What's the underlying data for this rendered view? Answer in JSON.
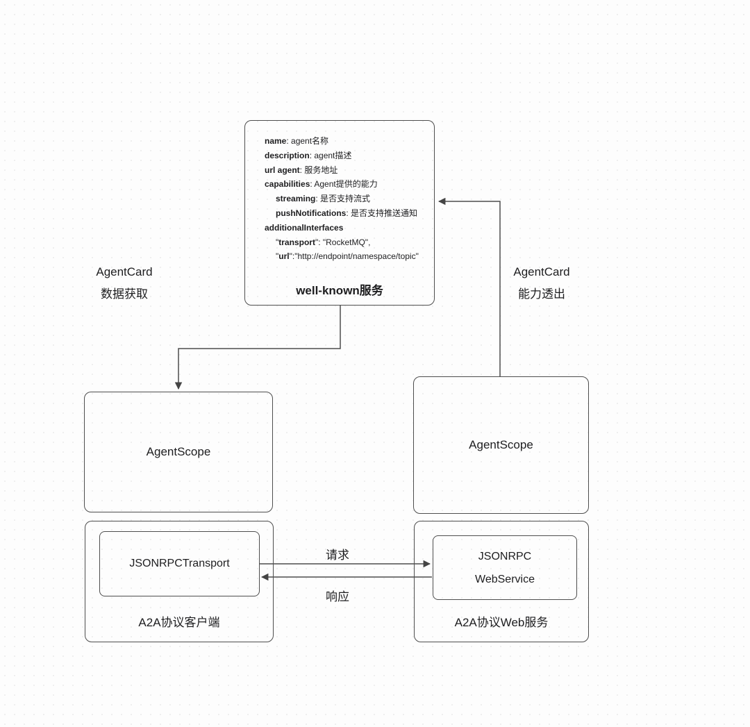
{
  "colors": {
    "background": "#fdfdfd",
    "line": "#4d4d4d",
    "text": "#1d1d1f"
  },
  "agent_card_box": {
    "title": "well-known服务",
    "fields": [
      {
        "prefix": "",
        "key": "name",
        "value": ": agent名称"
      },
      {
        "prefix": "",
        "key": "description",
        "value": ": agent描述"
      },
      {
        "prefix": "",
        "key": "url agent",
        "value": ": 服务地址"
      },
      {
        "prefix": "",
        "key": "capabilities",
        "value": ": Agent提供的能力"
      },
      {
        "prefix": "",
        "key": "streaming",
        "value": ": 是否支持流式"
      },
      {
        "prefix": "",
        "key": "pushNotifications",
        "value": ": 是否支持推送通知"
      },
      {
        "prefix": "",
        "key": "additionalInterfaces",
        "value": ""
      },
      {
        "prefix": "\"",
        "key": "transport",
        "value": "\": \"RocketMQ\","
      },
      {
        "prefix": "\"",
        "key": "url",
        "value": "\":\"http://endpoint/namespace/topic\""
      }
    ]
  },
  "boxes": {
    "agentscope_left": "AgentScope",
    "agentscope_right": "AgentScope",
    "client_outer_label": "A2A协议客户端",
    "client_inner_label": "JSONRPCTransport",
    "server_outer_label": "A2A协议Web服务",
    "server_inner_line1": "JSONRPC",
    "server_inner_line2": "WebService"
  },
  "labels": {
    "left_line1": "AgentCard",
    "left_line2": "数据获取",
    "right_line1": "AgentCard",
    "right_line2": "能力透出",
    "request": "请求",
    "response": "响应"
  }
}
